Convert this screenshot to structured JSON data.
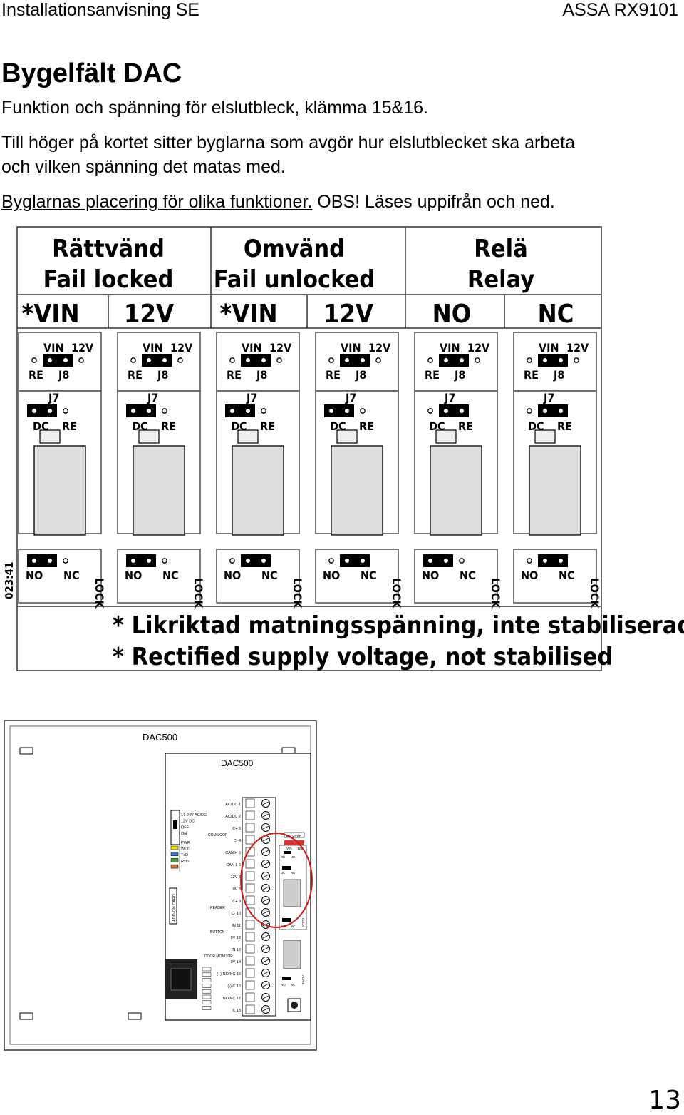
{
  "header": {
    "left": "Installationsanvisning SE",
    "right": "ASSA RX9101"
  },
  "title": "Bygelfält DAC",
  "subtitle": "Funktion och spänning för elslutbleck, klämma 15&16.",
  "paragraph_line1": "Till höger på kortet sitter byglarna som avgör hur elslutblecket ska arbeta",
  "paragraph_line2": "och vilken spänning det matas med.",
  "placement_underlined": "Byglarnas placering för olika funktioner.",
  "placement_rest": " OBS! Läses uppifrån och ned.",
  "figure1": {
    "groups": [
      {
        "line1": "Rättvänd",
        "line2": "Fail locked"
      },
      {
        "line1": "Omvänd",
        "line2": "Fail unlocked"
      },
      {
        "line1": "Relä",
        "line2": "Relay"
      }
    ],
    "columns": [
      "*VIN",
      "12V",
      "*VIN",
      "12V",
      "NO",
      "NC"
    ],
    "jumper_labels": {
      "vin": "VIN",
      "v12": "12V",
      "re": "RE",
      "j8": "J8",
      "j7": "J7",
      "dc": "DC",
      "no": "NO",
      "nc": "NC",
      "lock": "LOCK"
    },
    "code": "023:41",
    "footnote1": "* Likriktad matningsspänning, inte stabiliserad.",
    "footnote2": "* Rectified supply voltage, not stabilised"
  },
  "figure2": {
    "outer_title": "DAC500",
    "inner_title": "DAC500",
    "left_labels": [
      "17-24V AC/DC",
      "12V DC",
      "OFF",
      "ON",
      "PWR",
      "WDG",
      "TxD",
      "RxD"
    ],
    "addon": "ADD-ON CARD",
    "terminals": [
      "AC/DC 1",
      "AC/DC 2",
      "C+ 3",
      "C- 4",
      "CAN H 5",
      "CAN L 6",
      "12V 7",
      "0V 8",
      "C+ 9",
      "C- 10",
      "IN 11",
      "0V 12",
      "IN 13",
      "0V 14",
      "(+) NO/NC 15",
      "(-) C 16",
      "NO/NC 17",
      "C 18"
    ],
    "groups_text": [
      "COM-LOOP",
      "READER",
      "BUTTON",
      "DOOR MONITOR"
    ],
    "over_label": "12V OVER",
    "small": {
      "vin": "VIN",
      "v12": "12V",
      "re": "RE",
      "j8": "J8",
      "dc": "DC",
      "no": "NO",
      "nc": "NC",
      "lock": "LOCK",
      "acr": "AC/RE"
    }
  },
  "page_number": "13"
}
